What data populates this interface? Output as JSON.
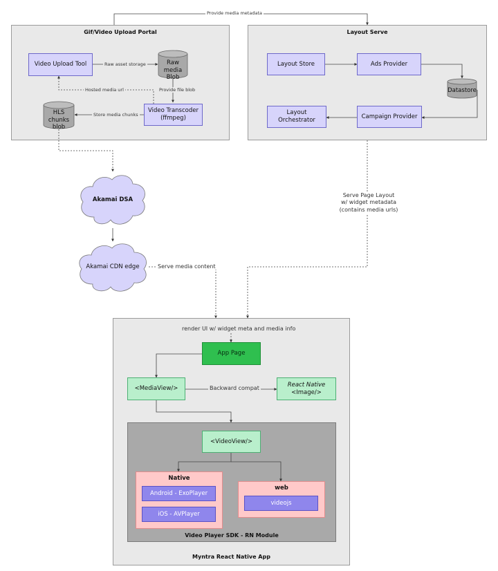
{
  "groups": {
    "upload_portal": "Gif/Video Upload Portal",
    "layout_serve": "Layout Serve",
    "rn_app": "Myntra React Native App",
    "sdk": "Video Player SDK - RN Module"
  },
  "nodes": {
    "video_upload_tool": "Video Upload Tool",
    "raw_media_blob": [
      "Raw media",
      "Blob"
    ],
    "hls_chunks_blob": [
      "HLS chunks",
      "blob"
    ],
    "video_transcoder": [
      "Video Transcoder",
      "(ffmpeg)"
    ],
    "layout_store": "Layout Store",
    "ads_provider": "Ads Provider",
    "datastore": "Datastore",
    "layout_orchestrator": "Layout Orchestrator",
    "campaign_provider": "Campaign Provider",
    "akamai_dsa": "Akamai DSA",
    "akamai_cdn_edge": "Akamai CDN edge",
    "app_page": "App Page",
    "media_view": "<MediaView/>",
    "rn_image_line1": "React Native",
    "rn_image_line2": "<Image/>",
    "video_view": "<VideoView/>",
    "native_title": "Native",
    "android_exoplayer": "Android - ExoPlayer",
    "ios_avplayer": "iOS - AVPlayer",
    "web_title": "web",
    "videojs": "videojs"
  },
  "edges": {
    "provide_media_metadata": "Provide media metadata",
    "raw_asset_storage": "Raw asset storage",
    "hosted_media_url": "Hosted media url",
    "provide_file_blob": "Provide file blob",
    "store_media_chunks": "Store media chunks",
    "serve_page_layout": [
      "Serve Page Layout",
      "w/ widget metadata",
      "(contains media urls)"
    ],
    "serve_media_content": "Serve media content",
    "render_ui": "render UI w/ widget meta and media info",
    "backward_compat": "Backward compat"
  }
}
